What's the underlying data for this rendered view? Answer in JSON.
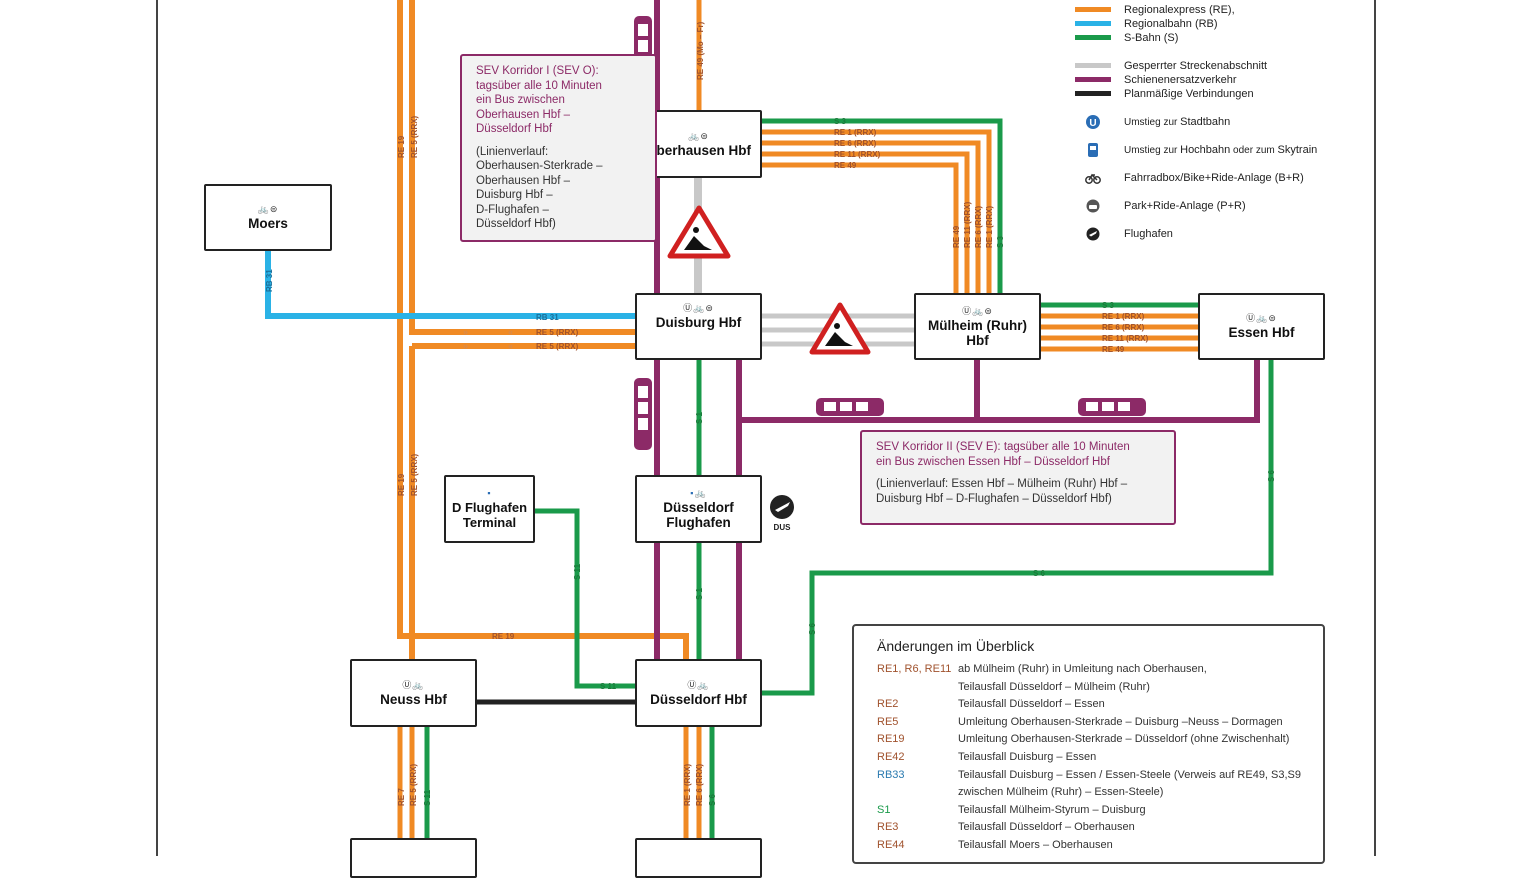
{
  "legend": {
    "items": [
      {
        "label": "Regionalexpress (RE),",
        "color": "#f08a24"
      },
      {
        "label": "Regionalbahn (RB)",
        "color": "#2ab2e6"
      },
      {
        "label": "S-Bahn (S)",
        "color": "#1a9a4a"
      },
      {
        "label": "Gesperrter Streckenabschnitt",
        "color": "#c8c8c8"
      },
      {
        "label": "Schienenersatzverkehr",
        "color": "#8c2a67"
      },
      {
        "label": "Planmäßige Verbindungen",
        "color": "#222222"
      }
    ],
    "icon_items": [
      {
        "icon": "u-bahn-icon",
        "prefix": "Umstieg zur ",
        "bold": "Stadtbahn",
        "mid": "",
        "bold2": ""
      },
      {
        "icon": "hochbahn-icon",
        "prefix": "Umstieg zur ",
        "bold": "Hochbahn",
        "mid": " oder zum ",
        "bold2": "Skytrain"
      },
      {
        "icon": "bike-icon",
        "prefix": "",
        "bold": "Fahrradbox/Bike+Ride-Anlage (B+R)",
        "mid": "",
        "bold2": ""
      },
      {
        "icon": "car-icon",
        "prefix": "",
        "bold": "Park+Ride-Anlage (P+R)",
        "mid": "",
        "bold2": ""
      },
      {
        "icon": "airport-icon",
        "prefix": "",
        "bold": "Flughafen",
        "mid": "",
        "bold2": ""
      }
    ]
  },
  "stations": {
    "moers": {
      "name": "Moers",
      "icons": "🚲⊜"
    },
    "oberhausen": {
      "name": "Oberhausen Hbf",
      "icons": "🚲⊜"
    },
    "duisburg": {
      "name": "Duisburg Hbf",
      "icons": "Ⓤ🚲⊜"
    },
    "muelheim": {
      "name": "Mülheim (Ruhr)\nHbf",
      "icons": "Ⓤ🚲⊜"
    },
    "essen": {
      "name": "Essen Hbf",
      "icons": "Ⓤ🚲⊜"
    },
    "d_flughafen_terminal": {
      "name": "D Flughafen\nTerminal",
      "icons": "▪"
    },
    "duesseldorf_flughafen": {
      "name": "Düsseldorf\nFlughafen",
      "icons": "▪🚲"
    },
    "neuss": {
      "name": "Neuss Hbf",
      "icons": "Ⓤ🚲"
    },
    "duesseldorf_hbf": {
      "name": "Düsseldorf Hbf",
      "icons": "Ⓤ🚲"
    }
  },
  "airport_label": "DUS",
  "sev1": {
    "head": "SEV Korridor I (SEV O):\ntagsüber alle 10 Minuten\nein Bus zwischen\nOberhausen Hbf –\nDüsseldorf Hbf",
    "body": "(Linienverlauf:\nOberhausen-Sterkrade –\nOberhausen Hbf –\nDuisburg Hbf –\nD-Flughafen –\nDüsseldorf Hbf)"
  },
  "sev2": {
    "head": "SEV Korridor II (SEV E): tagsüber alle 10 Minuten\nein Bus zwischen Essen Hbf – Düsseldorf Hbf",
    "body": "(Linienverlauf: Essen Hbf – Mülheim (Ruhr) Hbf –\nDuisburg Hbf – D-Flughafen – Düsseldorf Hbf)"
  },
  "line_labels": {
    "re19": "RE 19",
    "re5rrx": "RE 5 (RRX)",
    "re49": "RE 49",
    "re49_mofr": "RE 49 (Mo – Fr)",
    "rb31": "RB 31",
    "s3": "S 3",
    "re1rrx": "RE 1 (RRX)",
    "re6rrx": "RE 6 (RRX)",
    "re11rrx": "RE 11 (RRX)",
    "s1": "S 1",
    "s6": "S 6",
    "s11": "S 11",
    "re7": "RE 7"
  },
  "changes": {
    "title": "Änderungen im Überblick",
    "rows": [
      {
        "code": "RE1, R6, RE11",
        "color": "#a0522d",
        "text": "ab Mülheim (Ruhr) in Umleitung nach Oberhausen,\nTeilausfall Düsseldorf – Mülheim (Ruhr)"
      },
      {
        "code": "RE2",
        "color": "#a0522d",
        "text": "Teilausfall Düsseldorf – Essen"
      },
      {
        "code": "RE5",
        "color": "#a0522d",
        "text": "Umleitung Oberhausen-Sterkrade – Duisburg –Neuss – Dormagen"
      },
      {
        "code": "RE19",
        "color": "#a0522d",
        "text": "Umleitung Oberhausen-Sterkrade – Düsseldorf (ohne Zwischenhalt)"
      },
      {
        "code": "RE42",
        "color": "#a0522d",
        "text": "Teilausfall Duisburg – Essen"
      },
      {
        "code": "RB33",
        "color": "#2a7ab0",
        "text": "Teilausfall Duisburg – Essen / Essen-Steele (Verweis auf RE49, S3,S9\nzwischen Mülheim (Ruhr) – Essen-Steele)"
      },
      {
        "code": "S1",
        "color": "#1a9a4a",
        "text": "Teilausfall Mülheim-Styrum – Duisburg"
      },
      {
        "code": "RE3",
        "color": "#a0522d",
        "text": "Teilausfall Düsseldorf – Oberhausen"
      },
      {
        "code": "RE44",
        "color": "#a0522d",
        "text": "Teilausfall Moers – Oberhausen"
      }
    ]
  }
}
